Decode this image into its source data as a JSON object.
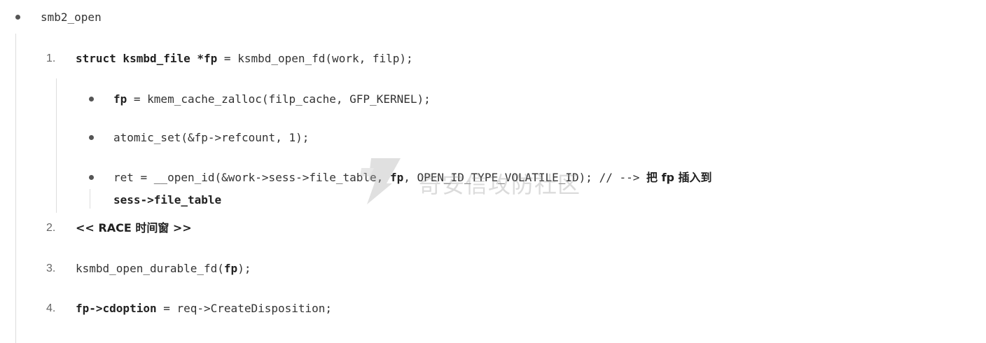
{
  "doc": {
    "l0_label": "smb2_open",
    "steps": [
      {
        "num": "1.",
        "parts": [
          "struct ksmbd_file *fp",
          " = ksmbd_open_fd(work, filp);"
        ]
      },
      {
        "num": "2.",
        "text": "<< RACE 时间窗 >>"
      },
      {
        "num": "3.",
        "parts": [
          "ksmbd_open_durable_fd(",
          "fp",
          ");"
        ]
      },
      {
        "num": "4.",
        "parts": [
          "fp->cdoption",
          " = req->CreateDisposition;"
        ]
      }
    ],
    "sub": [
      {
        "parts": [
          "fp",
          " = kmem_cache_zalloc(filp_cache, GFP_KERNEL);"
        ]
      },
      {
        "parts": [
          "atomic_set(&fp->refcount, 1);"
        ]
      },
      {
        "parts": [
          "ret = __open_id(&work->sess->file_table, ",
          "fp",
          ", OPEN_ID_TYPE_VOLATILE_ID); // --> ",
          "把 fp 插入到",
          "sess->file_table"
        ]
      }
    ]
  },
  "watermark": {
    "text": "奇安信攻防社区",
    "icon": "shield-logo"
  }
}
